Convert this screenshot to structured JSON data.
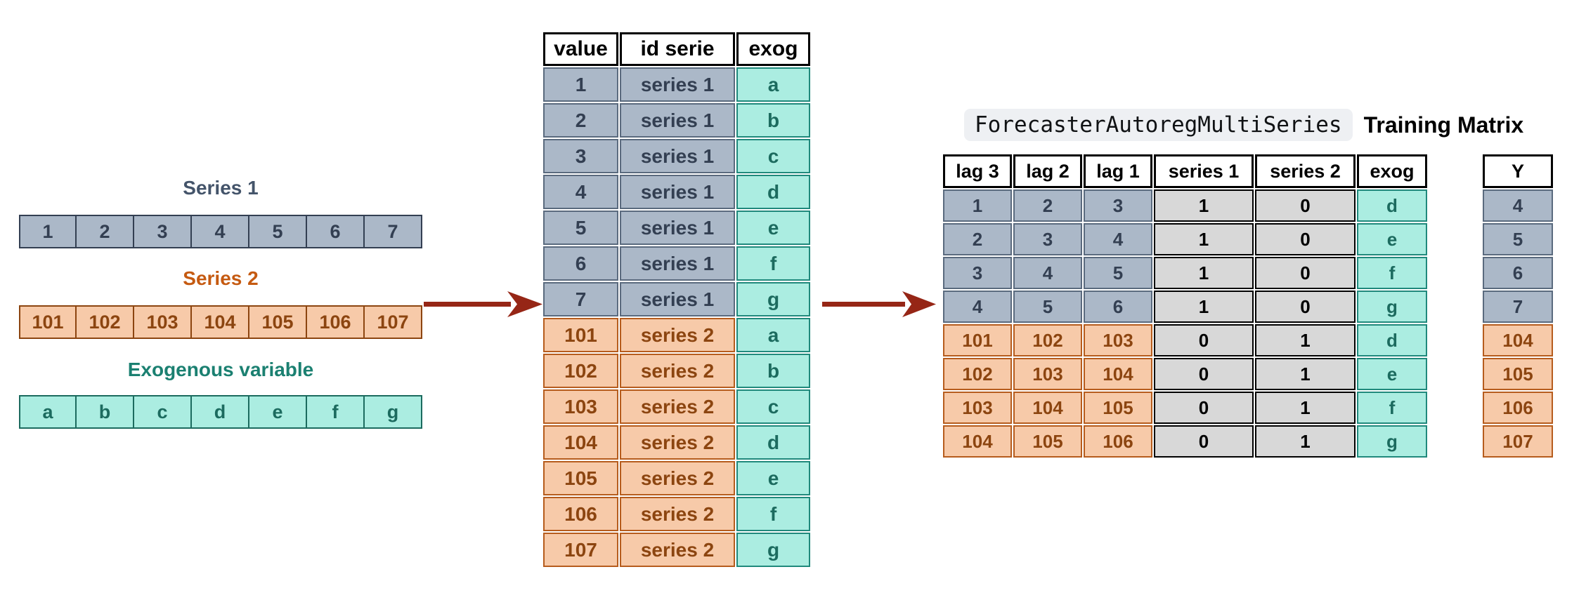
{
  "left_panel": {
    "series1": {
      "title": "Series 1",
      "values": [
        "1",
        "2",
        "3",
        "4",
        "5",
        "6",
        "7"
      ]
    },
    "series2": {
      "title": "Series 2",
      "values": [
        "101",
        "102",
        "103",
        "104",
        "105",
        "106",
        "107"
      ]
    },
    "exog": {
      "title": "Exogenous variable",
      "values": [
        "a",
        "b",
        "c",
        "d",
        "e",
        "f",
        "g"
      ]
    }
  },
  "stacked_table": {
    "columns": [
      "value",
      "id serie",
      "exog"
    ],
    "rows": [
      {
        "value": "1",
        "id_serie": "series 1",
        "exog": "a",
        "series": 1
      },
      {
        "value": "2",
        "id_serie": "series 1",
        "exog": "b",
        "series": 1
      },
      {
        "value": "3",
        "id_serie": "series 1",
        "exog": "c",
        "series": 1
      },
      {
        "value": "4",
        "id_serie": "series 1",
        "exog": "d",
        "series": 1
      },
      {
        "value": "5",
        "id_serie": "series 1",
        "exog": "e",
        "series": 1
      },
      {
        "value": "6",
        "id_serie": "series 1",
        "exog": "f",
        "series": 1
      },
      {
        "value": "7",
        "id_serie": "series 1",
        "exog": "g",
        "series": 1
      },
      {
        "value": "101",
        "id_serie": "series 2",
        "exog": "a",
        "series": 2
      },
      {
        "value": "102",
        "id_serie": "series 2",
        "exog": "b",
        "series": 2
      },
      {
        "value": "103",
        "id_serie": "series 2",
        "exog": "c",
        "series": 2
      },
      {
        "value": "104",
        "id_serie": "series 2",
        "exog": "d",
        "series": 2
      },
      {
        "value": "105",
        "id_serie": "series 2",
        "exog": "e",
        "series": 2
      },
      {
        "value": "106",
        "id_serie": "series 2",
        "exog": "f",
        "series": 2
      },
      {
        "value": "107",
        "id_serie": "series 2",
        "exog": "g",
        "series": 2
      }
    ]
  },
  "caption": {
    "code_label": "ForecasterAutoregMultiSeries",
    "text_label": "Training Matrix"
  },
  "training_matrix": {
    "columns": [
      "lag 3",
      "lag 2",
      "lag 1",
      "series 1",
      "series 2",
      "exog"
    ],
    "rows": [
      {
        "lags": [
          "1",
          "2",
          "3"
        ],
        "onehot": [
          "1",
          "0"
        ],
        "exog": "d",
        "series": 1,
        "y": "4"
      },
      {
        "lags": [
          "2",
          "3",
          "4"
        ],
        "onehot": [
          "1",
          "0"
        ],
        "exog": "e",
        "series": 1,
        "y": "5"
      },
      {
        "lags": [
          "3",
          "4",
          "5"
        ],
        "onehot": [
          "1",
          "0"
        ],
        "exog": "f",
        "series": 1,
        "y": "6"
      },
      {
        "lags": [
          "4",
          "5",
          "6"
        ],
        "onehot": [
          "1",
          "0"
        ],
        "exog": "g",
        "series": 1,
        "y": "7"
      },
      {
        "lags": [
          "101",
          "102",
          "103"
        ],
        "onehot": [
          "0",
          "1"
        ],
        "exog": "d",
        "series": 2,
        "y": "104"
      },
      {
        "lags": [
          "102",
          "103",
          "104"
        ],
        "onehot": [
          "0",
          "1"
        ],
        "exog": "e",
        "series": 2,
        "y": "105"
      },
      {
        "lags": [
          "103",
          "104",
          "105"
        ],
        "onehot": [
          "0",
          "1"
        ],
        "exog": "f",
        "series": 2,
        "y": "106"
      },
      {
        "lags": [
          "104",
          "105",
          "106"
        ],
        "onehot": [
          "0",
          "1"
        ],
        "exog": "g",
        "series": 2,
        "y": "107"
      }
    ]
  },
  "y_table": {
    "header": "Y"
  },
  "colors": {
    "series1_fill": "#ABB8C8",
    "series1_border": "#5A6A7E",
    "series1_text": "#333F52",
    "series1_title": "#44546A",
    "series2_fill": "#F7CAA9",
    "series2_border": "#B65C1D",
    "series2_text": "#8C4510",
    "series2_title": "#C55A11",
    "exog_fill": "#ABEDE1",
    "exog_border": "#20897C",
    "exog_text": "#1C6B5F",
    "exog_title": "#1B8071",
    "onehot_fill": "#D8D8D8",
    "header_border": "#000000",
    "arrow": "#962616",
    "code_pill_bg": "#EEF0F3"
  }
}
